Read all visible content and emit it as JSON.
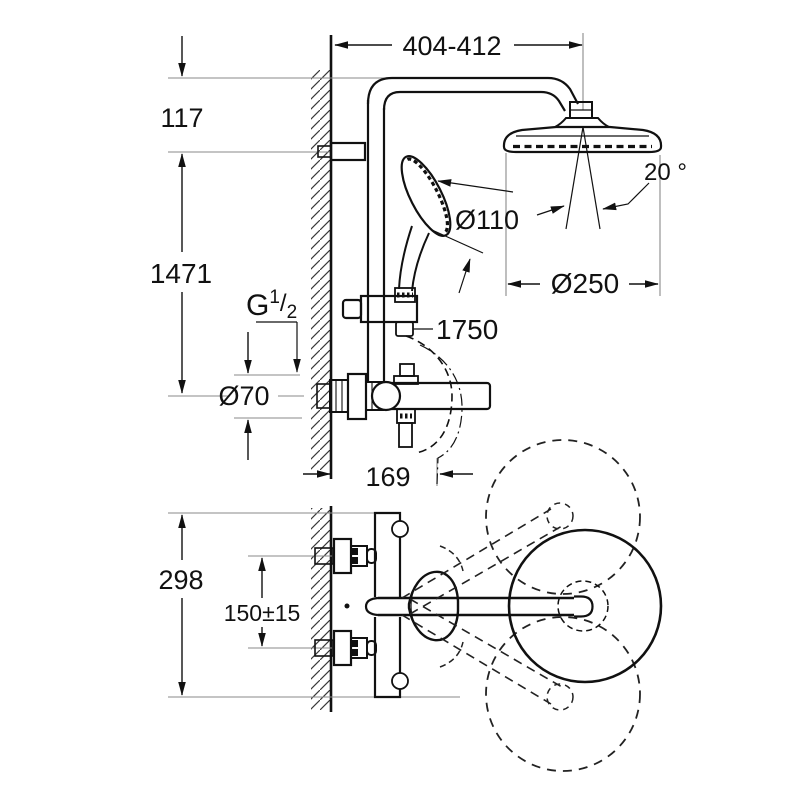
{
  "drawing": {
    "kind": "technical-dimension-drawing",
    "subject": "wall-mounted thermostatic shower system, side view and top view",
    "colors": {
      "background": "#ffffff",
      "object_line": "#111111",
      "extension_line": "#8a8a8a",
      "text": "#111111"
    },
    "side_view": {
      "dim_top_width": "404-412",
      "dim_arm_offset": "117",
      "dim_mount_height": "1471",
      "dim_escutcheon_diameter": "Ø70",
      "thread": {
        "prefix": "G",
        "numerator": "1",
        "slash": "/",
        "denominator": "2"
      },
      "dim_hand_shower_diameter": "Ø110",
      "dim_head_shower_diameter": "Ø250",
      "dim_head_tilt_angle": "20 °",
      "dim_hose_length": "1750",
      "dim_wall_clearance": "169"
    },
    "top_view": {
      "dim_body_height": "298",
      "dim_supply_centers": "150±15"
    }
  }
}
